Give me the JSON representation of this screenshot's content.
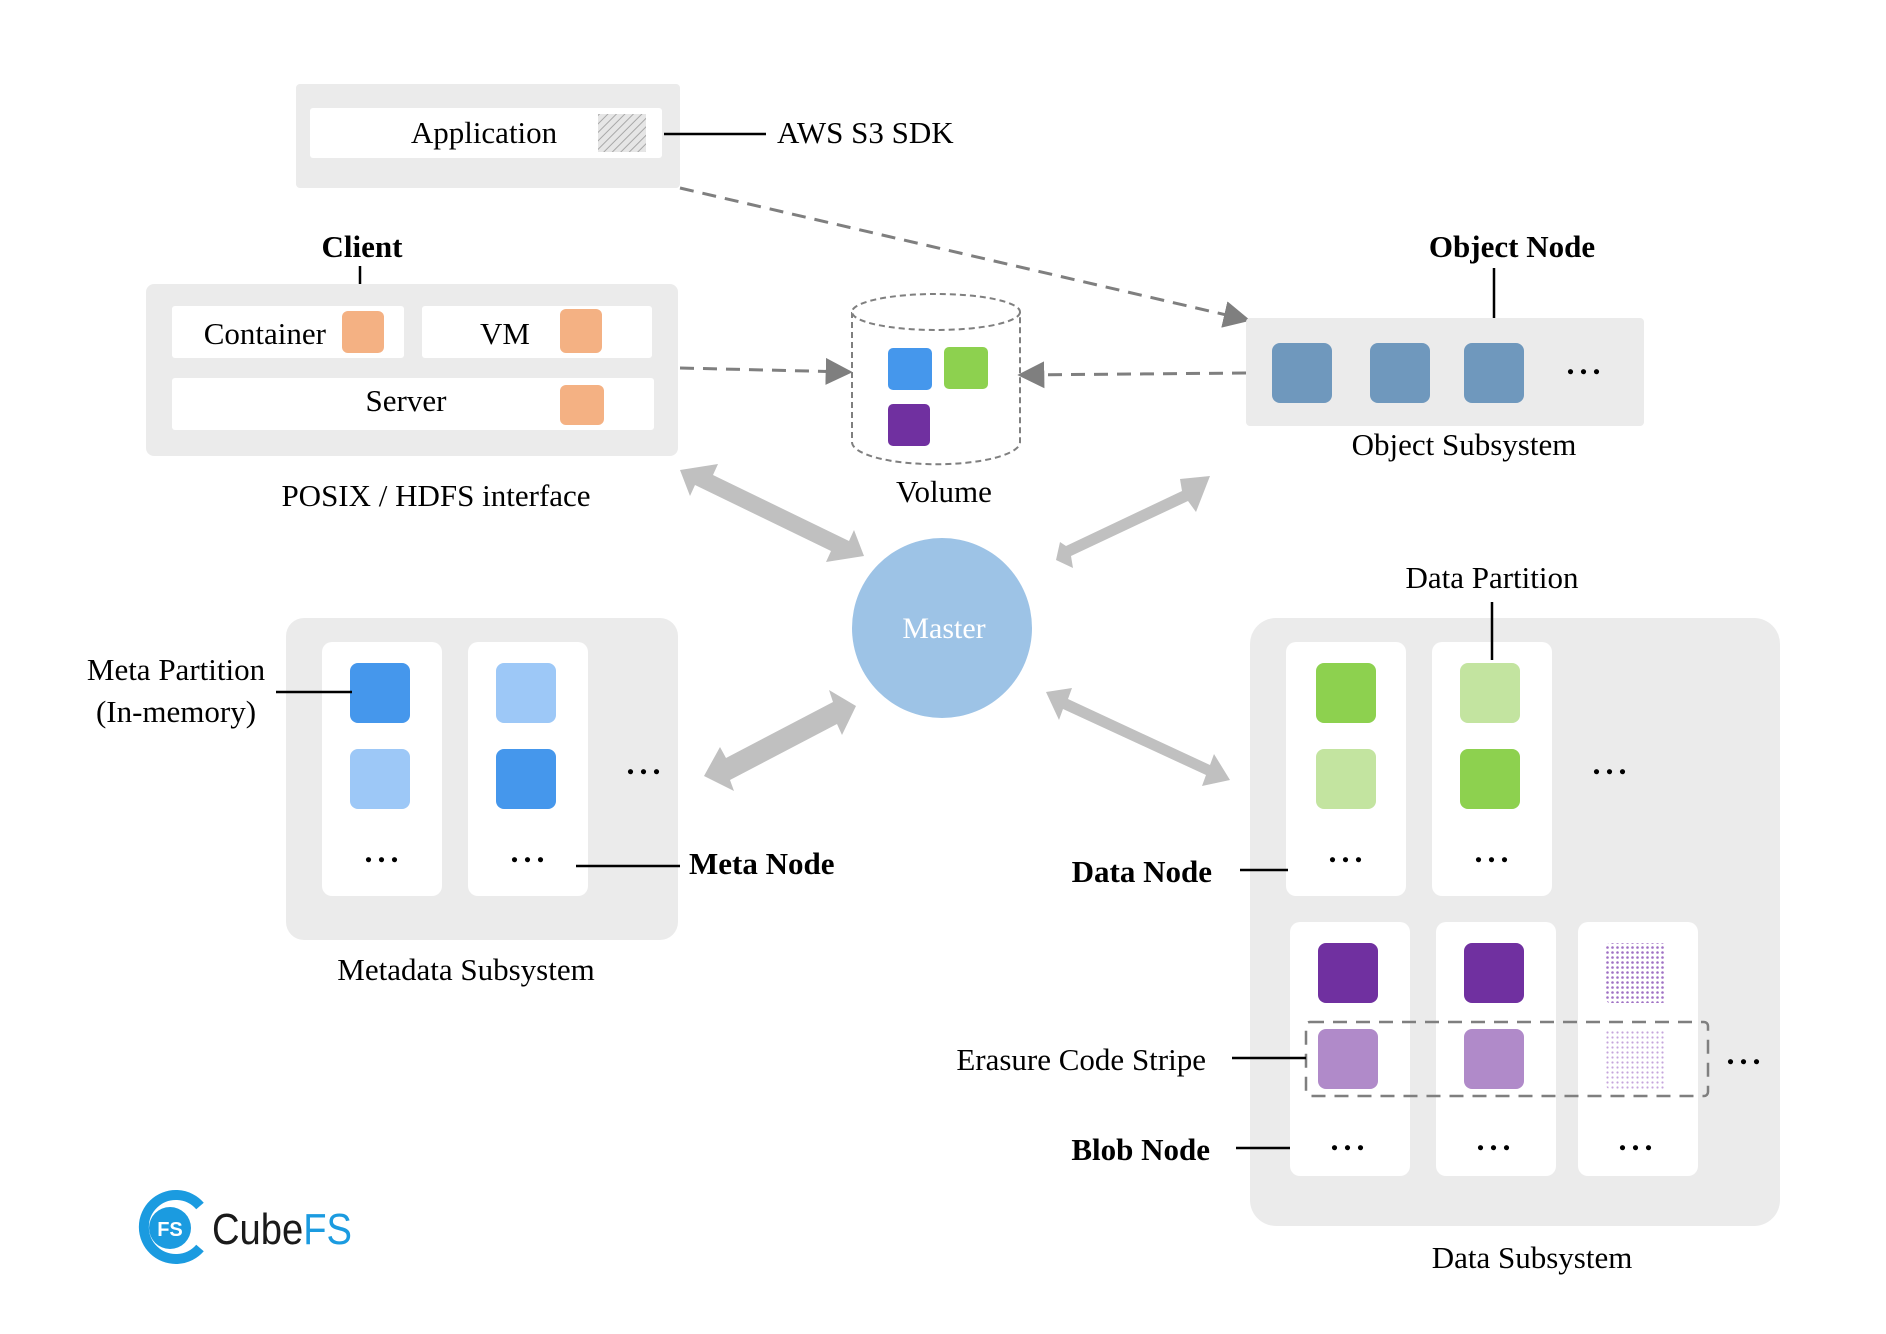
{
  "application": {
    "label": "Application",
    "sdk_label": "AWS S3 SDK"
  },
  "client": {
    "title": "Client",
    "container_label": "Container",
    "vm_label": "VM",
    "server_label": "Server",
    "interface_label": "POSIX / HDFS interface"
  },
  "volume": {
    "label": "Volume"
  },
  "object": {
    "title": "Object Node",
    "subsystem_label": "Object Subsystem",
    "ellipsis": "..."
  },
  "master": {
    "label": "Master"
  },
  "metadata": {
    "partition_label_line1": "Meta Partition",
    "partition_label_line2": "(In-memory)",
    "node_label": "Meta Node",
    "subsystem_label": "Metadata Subsystem",
    "ellipsis": "..."
  },
  "data": {
    "partition_label": "Data Partition",
    "data_node_label": "Data Node",
    "erasure_label": "Erasure Code Stripe",
    "blob_node_label": "Blob Node",
    "subsystem_label": "Data Subsystem",
    "ellipsis": "..."
  },
  "logo": {
    "badge": "FS",
    "word_part1": "Cube",
    "word_part2": "FS"
  },
  "colors": {
    "panel_bg": "#ebebeb",
    "card_bg": "#ffffff",
    "client_orange": "#f4b183",
    "object_blue": "#6f98bd",
    "master_blue": "#9dc3e6",
    "meta_blue_dark": "#4597ec",
    "meta_blue_light": "#9dc8f7",
    "data_green_dark": "#8dd14f",
    "data_green_light": "#c3e4a0",
    "purple_dark": "#7030a0",
    "purple_light": "#b08ac9",
    "arrow_gray": "#c0c0c0",
    "dash_gray": "#7f7f7f",
    "logo_blue": "#1b9be0"
  }
}
